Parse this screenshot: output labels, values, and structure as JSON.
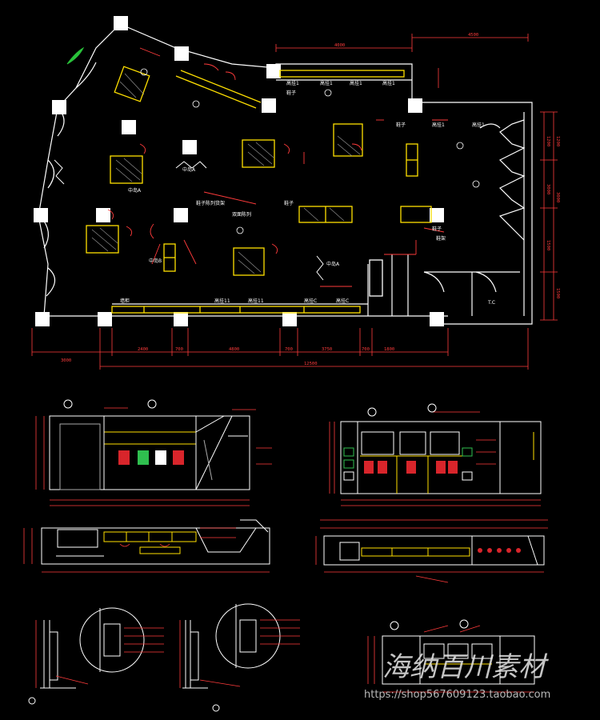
{
  "colors": {
    "background": "#000000",
    "wall": "#ffffff",
    "dimension": "#ff3b3b",
    "fixture": "#ffe000",
    "leader": "#ff3b3b",
    "plant": "#29c23a",
    "garment_green": "#2fbf4f",
    "garment_red": "#d8252b"
  },
  "plan": {
    "labels": {
      "hangrail_top_1": "高挂1",
      "hangrail_top_2": "高挂1",
      "hangrail_top_3": "高挂1",
      "hangrail_top_4": "高挂1",
      "shoe_rack": "鞋子",
      "shoe_rack_2": "鞋子",
      "hangrail_right_1": "高挂1",
      "hangrail_right_2": "高挂1",
      "middle_island_1": "中岛A",
      "middle_island_2": "中岛A",
      "middle_island_3": "中岛B",
      "middle_island_4": "中岛A",
      "double_display": "双面陈列",
      "shoe_shelf_label": "鞋子陈列货架",
      "shoe_wall": "鞋子",
      "shoe_wall_2": "鞋子",
      "fitting_room": "T.C",
      "bottom_1": "墙柜",
      "bottom_2": "高挂11",
      "bottom_3": "高挂11",
      "bottom_4": "高挂C",
      "bottom_5": "高挂C",
      "rack_label": "鞋架"
    },
    "dims_top": [
      "4000",
      "4500"
    ],
    "dims_bottom": [
      "3000",
      "2400",
      "700",
      "4800",
      "700",
      "3750",
      "700",
      "1800"
    ],
    "dim_total": "12500",
    "dims_right": [
      "1200",
      "3000",
      "1500",
      "1200",
      "3000",
      "1500"
    ]
  },
  "watermark": {
    "text": "海纳百川素材",
    "url": "https://shop567609123.taobao.com"
  }
}
